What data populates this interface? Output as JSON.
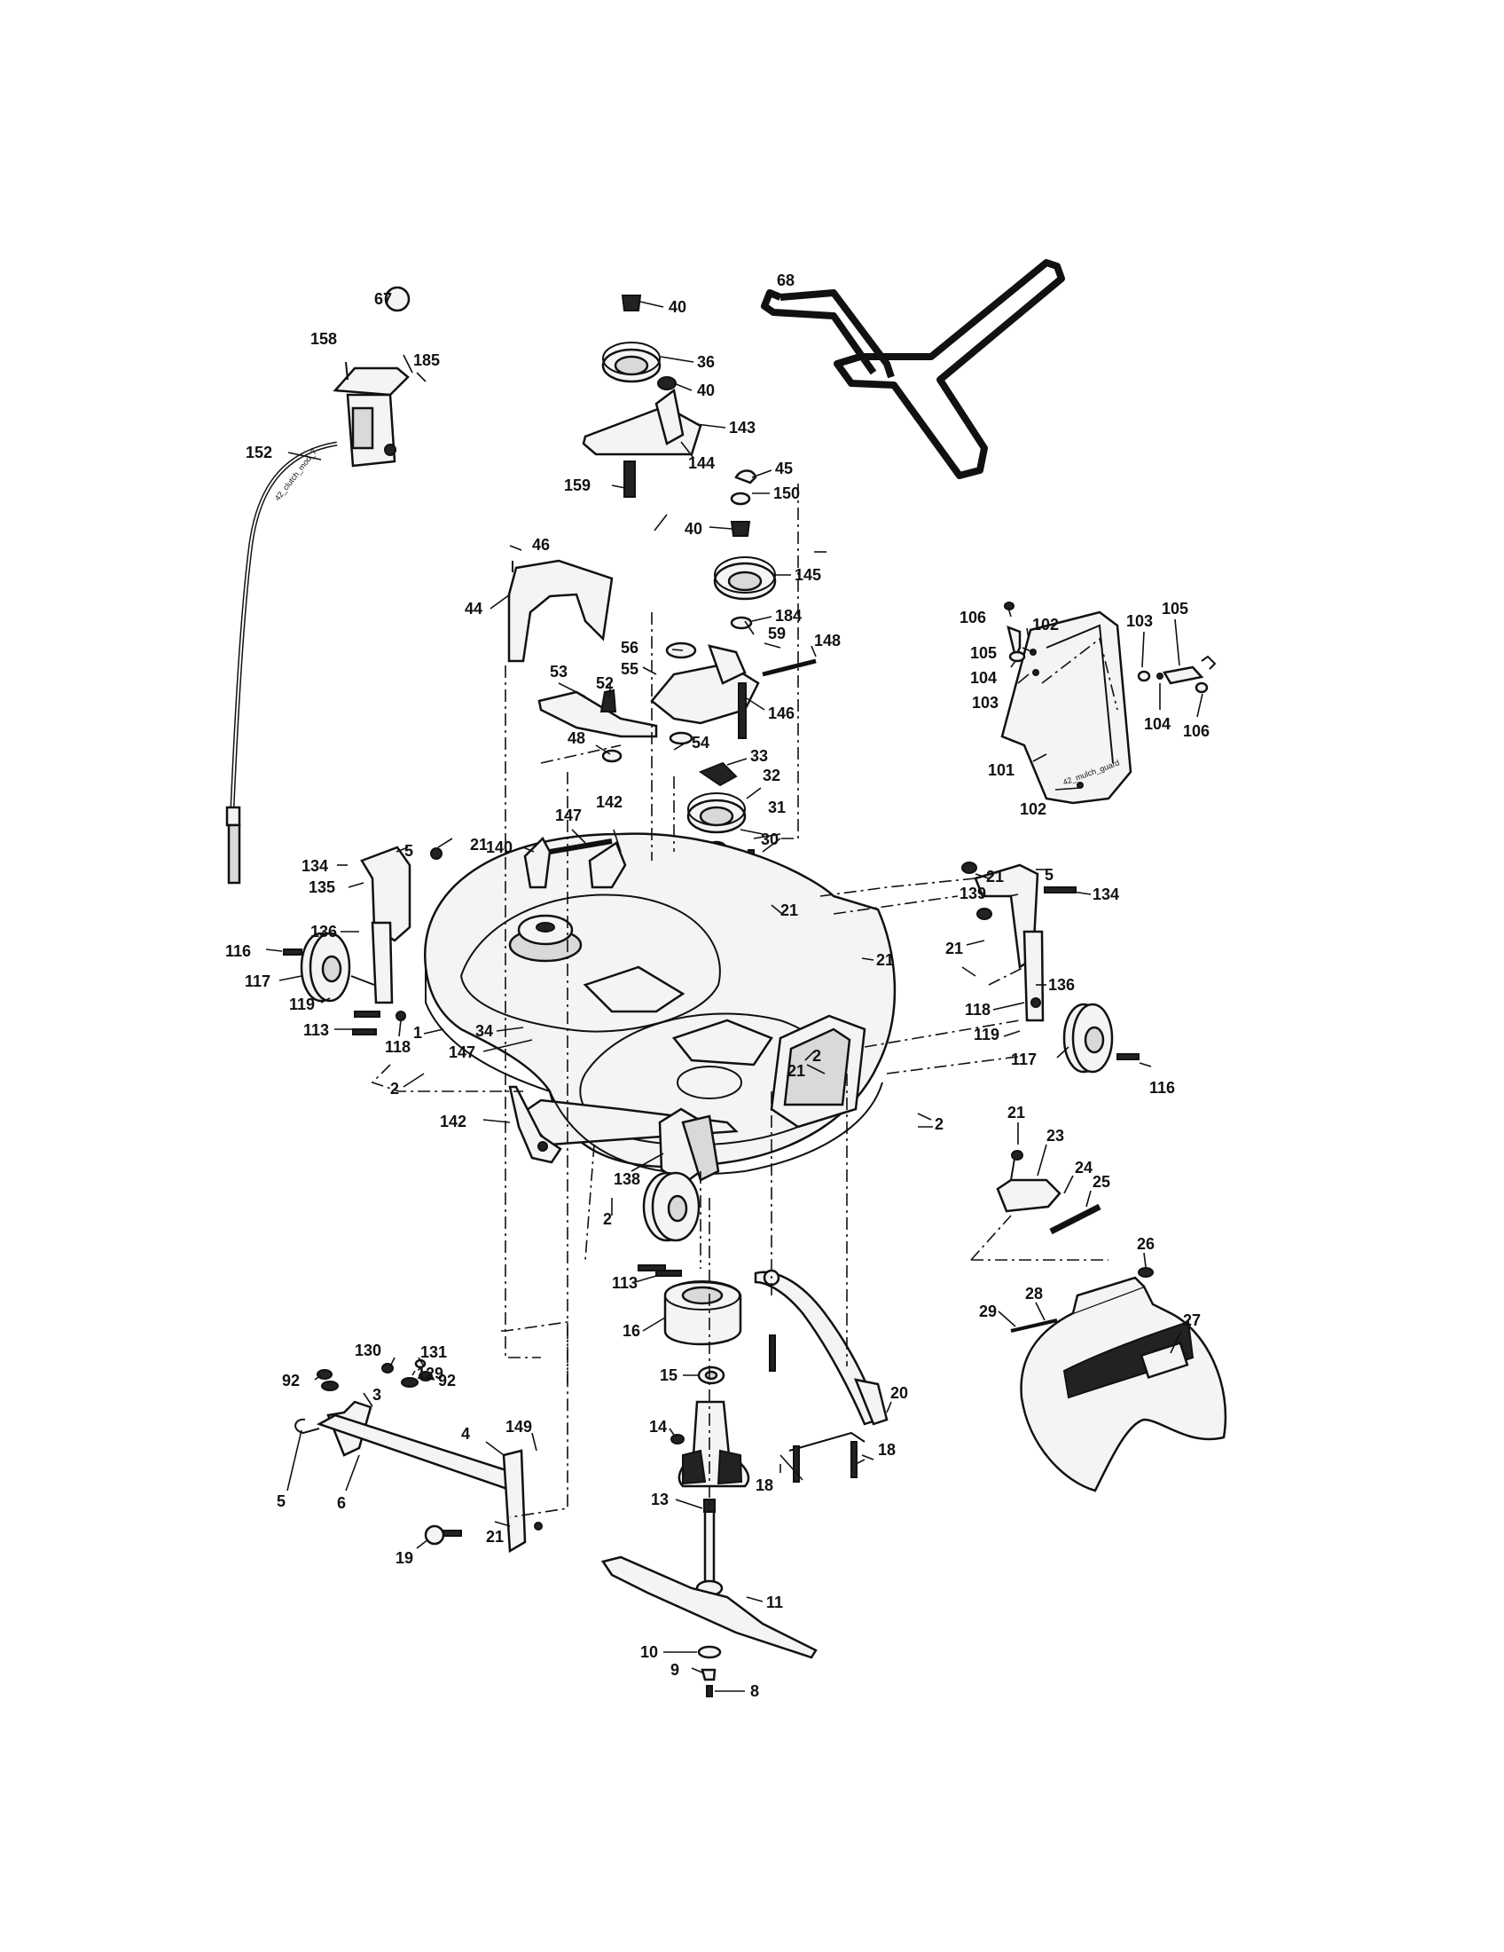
{
  "diagram": {
    "labels": [
      "67",
      "158",
      "185",
      "152",
      "40",
      "36",
      "40",
      "143",
      "144",
      "159",
      "45",
      "150",
      "40",
      "145",
      "184",
      "68",
      "46",
      "44",
      "56",
      "59",
      "148",
      "55",
      "146",
      "54",
      "33",
      "32",
      "31",
      "30",
      "53",
      "52",
      "48",
      "142",
      "147",
      "21",
      "5",
      "134",
      "135",
      "140",
      "136",
      "116",
      "117",
      "119",
      "113",
      "118",
      "1",
      "34",
      "147",
      "2",
      "142",
      "138",
      "21",
      "21",
      "21",
      "2",
      "2",
      "2",
      "21",
      "5",
      "134",
      "139",
      "21",
      "136",
      "118",
      "119",
      "117",
      "116",
      "106",
      "105",
      "104",
      "103",
      "102",
      "103",
      "105",
      "104",
      "106",
      "101",
      "102",
      "21",
      "23",
      "24",
      "25",
      "26",
      "28",
      "29",
      "27",
      "113",
      "16",
      "15",
      "14",
      "13",
      "11",
      "10",
      "9",
      "8",
      "20",
      "18",
      "18",
      "130",
      "131",
      "129",
      "92",
      "92",
      "3",
      "4",
      "149",
      "5",
      "6",
      "19",
      "21"
    ],
    "stamps": [
      "42_clutch_mod_7",
      "42_mulch_guard"
    ]
  }
}
